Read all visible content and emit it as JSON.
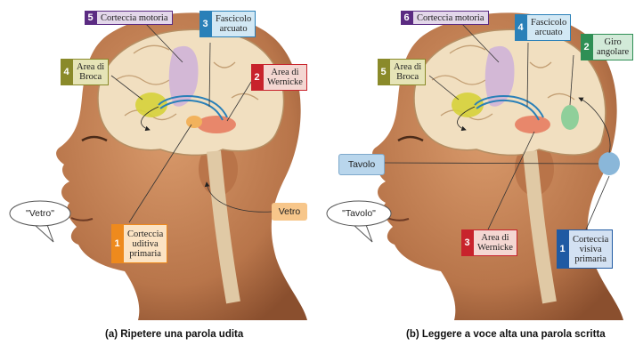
{
  "panel_a": {
    "caption": "(a) Ripetere una parola udita",
    "speech": "\"Vetro\"",
    "stimulus": "Vetro",
    "labels": [
      {
        "num": "5",
        "text": "Corteccia motoria"
      },
      {
        "num": "3",
        "text": "Fascicolo\narcuato"
      },
      {
        "num": "4",
        "text": "Area di\nBroca"
      },
      {
        "num": "2",
        "text": "Area di\nWernicke"
      },
      {
        "num": "1",
        "text": "Corteccia\nuditiva\nprimaria"
      }
    ]
  },
  "panel_b": {
    "caption": "(b) Leggere a voce alta una parola scritta",
    "speech": "\"Tavolo\"",
    "stimulus": "Tavolo",
    "labels": [
      {
        "num": "6",
        "text": "Corteccia motoria"
      },
      {
        "num": "4",
        "text": "Fascicolo\narcuato"
      },
      {
        "num": "2",
        "text": "Giro\nangolare"
      },
      {
        "num": "5",
        "text": "Area di\nBroca"
      },
      {
        "num": "3",
        "text": "Area di\nWernicke"
      },
      {
        "num": "1",
        "text": "Corteccia\nvisiva\nprimaria"
      }
    ]
  },
  "colors": {
    "skin": "#c98a5e",
    "skin_dark": "#9a5d37",
    "cortex": "#f1dfc0",
    "motor": "#cfb4d8",
    "broca": "#d6d13a",
    "wernicke": "#e8876b",
    "auditory": "#f2b25c",
    "angular": "#8fcf9a",
    "visual": "#8ab7d9",
    "stimulus_bg": "#b9d6ec"
  }
}
